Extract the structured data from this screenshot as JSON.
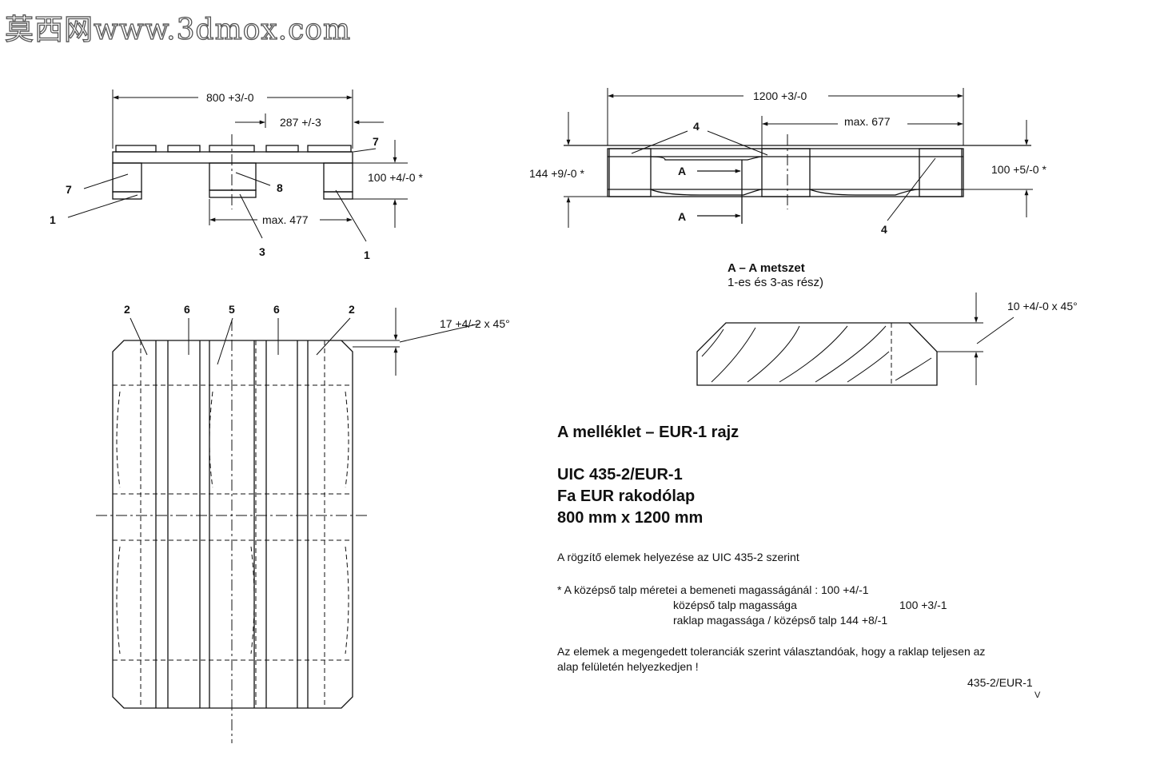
{
  "watermark": "莫西网www.3dmox.com",
  "front_view": {
    "width_dim": "800 +3/-0",
    "block_pitch_dim": "287 +/-3",
    "height_dim": "100 +4/-0 *",
    "max_dim": "max. 477",
    "part_labels": [
      "7",
      "7",
      "8",
      "1",
      "3",
      "1"
    ]
  },
  "side_view": {
    "length_dim": "1200 +3/-0",
    "max_dim": "max. 677",
    "total_height_dim": "144 +9/-0 *",
    "block_height_dim": "100 +5/-0 *",
    "part_labels": [
      "4",
      "4"
    ],
    "section_marks": [
      "A",
      "A"
    ]
  },
  "plan_view": {
    "part_labels": [
      "2",
      "6",
      "5",
      "6",
      "2"
    ],
    "chamfer_dim": "17 +4/-2 x 45°"
  },
  "section": {
    "title": "A – A metszet",
    "subtitle": "1-es és 3-as rész)",
    "chamfer_dim": "10 +4/-0 x 45°"
  },
  "text": {
    "heading": "A melléklet – EUR-1 rajz",
    "spec_lines": [
      "UIC 435-2/EUR-1",
      "Fa EUR rakodólap",
      "800 mm x 1200 mm"
    ],
    "placement_note": "A rögzítő elemek helyezése az UIC 435-2 szerint",
    "note_1": "* A középső talp méretei a bemeneti magasságánál : 100 +4/-1",
    "note_2_label": "középső talp magassága",
    "note_2_value": "100 +3/-1",
    "note_3": "raklap magassága / középső talp 144 +8/-1",
    "tolerance_line_1": "Az elemek a megengedett toleranciák szerint választandóak, hogy a raklap teljesen az",
    "tolerance_line_2": "alap felületén helyezkedjen !",
    "ref": "435-2/EUR-1",
    "ref_mark": "V"
  }
}
